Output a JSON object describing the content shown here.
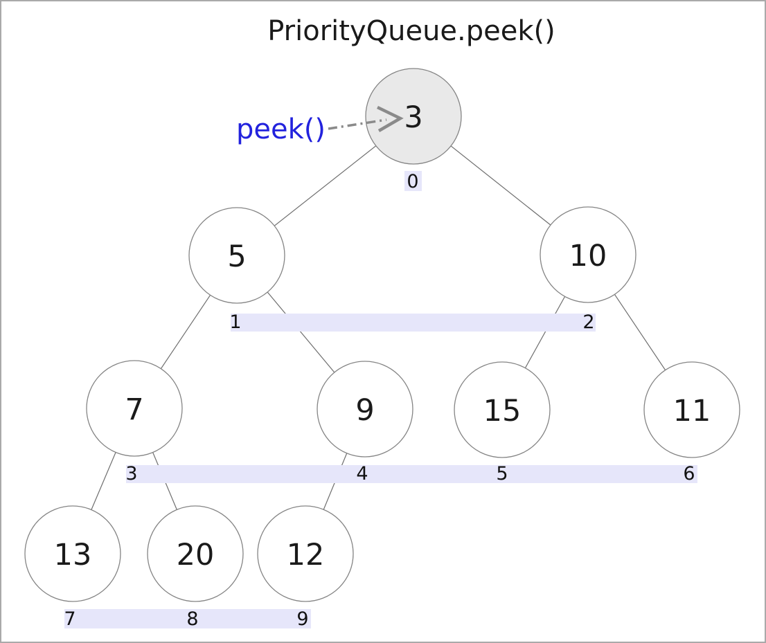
{
  "title": "PriorityQueue.peek()",
  "annotation": {
    "label": "peek()",
    "color": "#2222dd",
    "points_to_value": "3"
  },
  "heap": {
    "nodes": [
      {
        "value": "3",
        "index": "0"
      },
      {
        "value": "5",
        "index": "1"
      },
      {
        "value": "10",
        "index": "2"
      },
      {
        "value": "7",
        "index": "3"
      },
      {
        "value": "9",
        "index": "4"
      },
      {
        "value": "15",
        "index": "5"
      },
      {
        "value": "11",
        "index": "6"
      },
      {
        "value": "13",
        "index": "7"
      },
      {
        "value": "20",
        "index": "8"
      },
      {
        "value": "12",
        "index": "9"
      }
    ],
    "edges": [
      [
        0,
        1
      ],
      [
        0,
        2
      ],
      [
        1,
        3
      ],
      [
        1,
        4
      ],
      [
        2,
        5
      ],
      [
        2,
        6
      ],
      [
        3,
        7
      ],
      [
        3,
        8
      ],
      [
        4,
        9
      ]
    ]
  },
  "colors": {
    "root_fill": "#e9e9e9",
    "node_fill": "#ffffff",
    "node_border": "#848484",
    "edge": "#6e6e6e",
    "index_background": "#e6e6fa",
    "index_text": "#111111",
    "arrow_gray": "#8a8a8a",
    "title_color": "#1a1a1a"
  }
}
